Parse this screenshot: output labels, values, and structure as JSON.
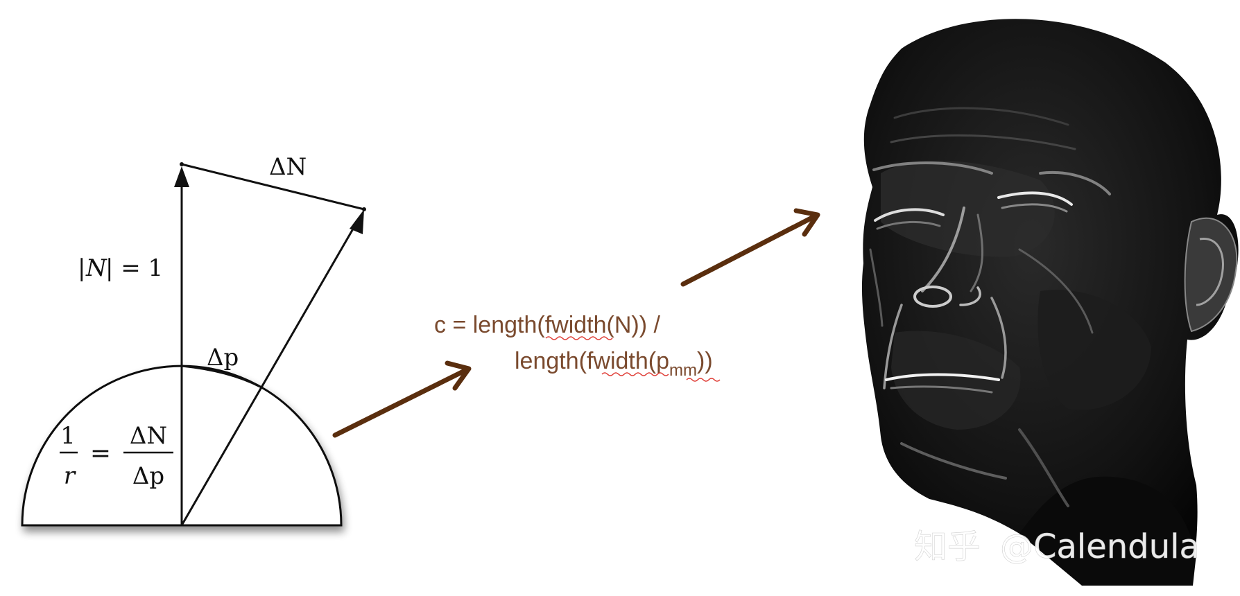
{
  "diagram": {
    "labels": {
      "delta_n_symbol": "ΔN",
      "delta_n_top": "N",
      "norm_n_prefix": "|",
      "norm_n_symbol": "N",
      "norm_n_suffix": "| = 1",
      "delta_p_symbol": "Δp",
      "curv_frac_num": "1",
      "curv_frac_den": "r",
      "curv_eq": "=",
      "curv_rhs_num": "ΔN",
      "curv_rhs_den": "Δp"
    }
  },
  "formula": {
    "line1": "c = length(fwidth(N))  /",
    "line2_prefix": "length(",
    "line2_fn": "fwidth",
    "line2_arg_open": "(p",
    "line2_sub": "mm",
    "line2_suffix": "))"
  },
  "watermark": {
    "brand": "知乎",
    "author": "@Calendula"
  },
  "colors": {
    "arrow_brown": "#5a2e0e",
    "formula_brown": "#7a4a2e",
    "spell_red": "#e0413a",
    "line": "#111111"
  }
}
